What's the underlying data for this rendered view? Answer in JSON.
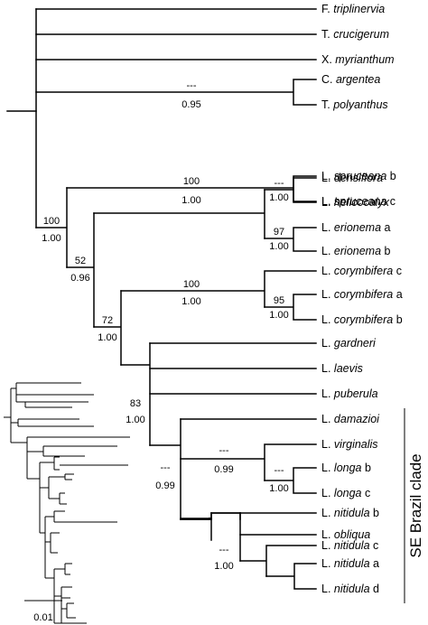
{
  "taxa": [
    {
      "genus": "F.",
      "species": "triplinervia",
      "suffix": ""
    },
    {
      "genus": "T.",
      "species": "crucigerum",
      "suffix": ""
    },
    {
      "genus": "X.",
      "species": "myrianthum",
      "suffix": ""
    },
    {
      "genus": "C.",
      "species": "argentea",
      "suffix": ""
    },
    {
      "genus": "T.",
      "species": "polyanthus",
      "suffix": ""
    },
    {
      "genus": "L.",
      "species": "spruceana",
      "suffix": "b"
    },
    {
      "genus": "L.",
      "species": "spruceana",
      "suffix": "c"
    },
    {
      "genus": "L.",
      "species": "densiflora",
      "suffix": ""
    },
    {
      "genus": "L.",
      "species": "helicocalyx",
      "suffix": ""
    },
    {
      "genus": "L.",
      "species": "erionema",
      "suffix": "a"
    },
    {
      "genus": "L.",
      "species": "erionema",
      "suffix": "b"
    },
    {
      "genus": "L.",
      "species": "corymbifera",
      "suffix": "c"
    },
    {
      "genus": "L.",
      "species": "corymbifera",
      "suffix": "a"
    },
    {
      "genus": "L.",
      "species": "corymbifera",
      "suffix": "b"
    },
    {
      "genus": "L.",
      "species": "gardneri",
      "suffix": ""
    },
    {
      "genus": "L.",
      "species": "laevis",
      "suffix": ""
    },
    {
      "genus": "L.",
      "species": "puberula",
      "suffix": ""
    },
    {
      "genus": "L.",
      "species": "damazioi",
      "suffix": ""
    },
    {
      "genus": "L.",
      "species": "virginalis",
      "suffix": ""
    },
    {
      "genus": "L.",
      "species": "longa",
      "suffix": "b"
    },
    {
      "genus": "L.",
      "species": "longa",
      "suffix": "c"
    },
    {
      "genus": "L.",
      "species": "nitidula",
      "suffix": "b"
    },
    {
      "genus": "L.",
      "species": "obliqua",
      "suffix": ""
    },
    {
      "genus": "L.",
      "species": "nitidula",
      "suffix": "c"
    },
    {
      "genus": "L.",
      "species": "nitidula",
      "suffix": "a"
    },
    {
      "genus": "L.",
      "species": "nitidula",
      "suffix": "d"
    }
  ],
  "support": [
    {
      "id": "argentea-polyanthus",
      "top": "---",
      "bottom": "0.95"
    },
    {
      "id": "spruceana",
      "top": "100",
      "bottom": "1.00"
    },
    {
      "id": "densiflora-helicocalyx",
      "top": "---",
      "bottom": "1.00"
    },
    {
      "id": "erionema",
      "top": "97",
      "bottom": "1.00"
    },
    {
      "id": "ingroup",
      "top": "100",
      "bottom": "1.00"
    },
    {
      "id": "node-52",
      "top": "52",
      "bottom": "0.96"
    },
    {
      "id": "corymbifera-clade",
      "top": "100",
      "bottom": "1.00"
    },
    {
      "id": "corymbifera-ab",
      "top": "95",
      "bottom": "1.00"
    },
    {
      "id": "node-72",
      "top": "72",
      "bottom": "1.00"
    },
    {
      "id": "node-83",
      "top": "83",
      "bottom": "1.00"
    },
    {
      "id": "se-brazil",
      "top": "---",
      "bottom": "0.99"
    },
    {
      "id": "virginalis-longa",
      "top": "---",
      "bottom": "0.99"
    },
    {
      "id": "longa",
      "top": "---",
      "bottom": "1.00"
    },
    {
      "id": "nitidula-group",
      "top": "---",
      "bottom": "1.00"
    }
  ],
  "clade_label": "SE Brazil clade",
  "scale_label": "0.01"
}
